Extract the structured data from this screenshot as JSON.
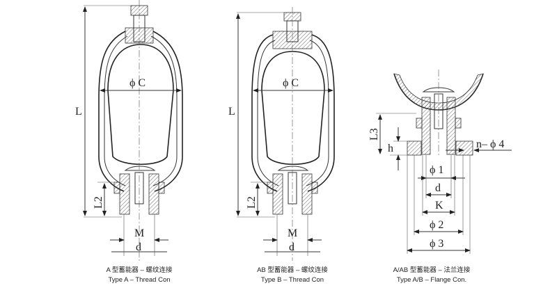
{
  "figures": [
    {
      "labels": {
        "length": "L",
        "diameter": "ϕ C",
        "l2": "L2",
        "thread": "M",
        "bore": "d"
      },
      "caption_cn": "A 型蓄能器 – 螺纹连接",
      "caption_en": "Type A – Thread Con"
    },
    {
      "labels": {
        "length": "L",
        "diameter": "ϕ C",
        "l2": "L2",
        "thread": "M",
        "bore": "d"
      },
      "caption_cn": "AB 型蓄能器 – 螺纹连接",
      "caption_en": "Type B – Thread Con"
    },
    {
      "labels": {
        "l3": "L3",
        "h": "h",
        "holes": "n– ϕ 4",
        "phi1": "ϕ 1",
        "bore": "d",
        "k": "K",
        "phi2": "ϕ 2",
        "phi3": "ϕ 3"
      },
      "caption_cn": "A/AB 型蓄能器 – 法兰连接",
      "caption_en": "Type A/B – Flange Con."
    }
  ]
}
